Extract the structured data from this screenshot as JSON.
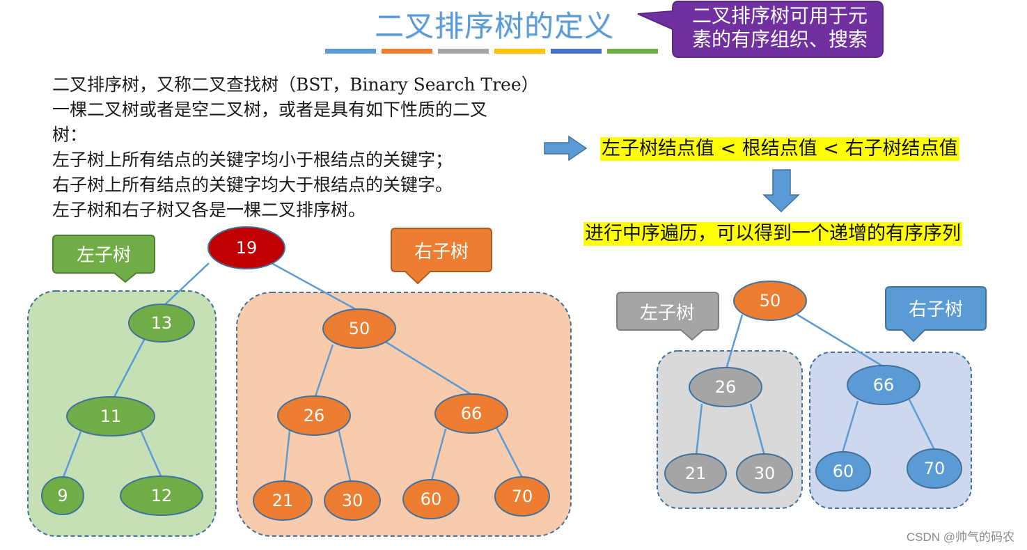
{
  "title": "二叉排序树的定义",
  "title_bar_colors": [
    "#5b9bd5",
    "#ed7d31",
    "#a5a5a5",
    "#ffc000",
    "#4472c4",
    "#70ad47"
  ],
  "callout": {
    "line1": "二叉排序树可用于元",
    "line2": "素的有序组织、搜索",
    "fill": "#7030a0"
  },
  "definition": {
    "line1": "二叉排序树，又称二叉查找树（BST，Binary Search Tree）",
    "line2": "一棵二叉树或者是空二叉树，或者是具有如下性质的二叉",
    "line3": "树：",
    "line4": "左子树上所有结点的关键字均小于根结点的关键字；",
    "line5": "右子树上所有结点的关键字均大于根结点的关键字。",
    "line6": "左子树和右子树又各是一棵二叉排序树。"
  },
  "property_text": "左子树结点值 < 根结点值 < 右子树结点值",
  "inorder_text": "进行中序遍历，可以得到一个递增的有序序列",
  "tree1": {
    "left_label": "左子树",
    "right_label": "右子树",
    "nodes": [
      "19",
      "13",
      "11",
      "9",
      "12",
      "50",
      "26",
      "66",
      "21",
      "30",
      "60",
      "70"
    ]
  },
  "tree2": {
    "left_label": "左子树",
    "right_label": "右子树",
    "nodes": [
      "50",
      "26",
      "21",
      "30",
      "66",
      "60",
      "70"
    ]
  },
  "colors": {
    "green": "#70ad47",
    "orange": "#ed7d31",
    "root_red": "#c00000",
    "gray": "#a5a5a5",
    "blue": "#5b9bd5",
    "arrow_blue": "#5b9bd5"
  },
  "watermark": "CSDN @帅气的码农"
}
